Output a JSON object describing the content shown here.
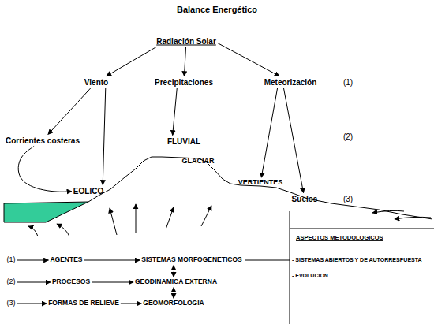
{
  "diagram": {
    "title": "Balance Energético",
    "nodes": [
      {
        "text": [
          "Radiación Solar"
        ]
      },
      {
        "text": [
          "Viento"
        ]
      },
      {
        "text": [
          "Precipitaciones"
        ]
      },
      {
        "text": [
          "Meteorización"
        ]
      },
      {
        "text": [
          "Corrientes costeras"
        ]
      },
      {
        "text": [
          "FLUVIAL"
        ]
      },
      {
        "text": [
          "EOLICO"
        ]
      },
      {
        "text": [
          "VERTIENTES"
        ]
      },
      {
        "text": [
          "Suelos"
        ]
      },
      {
        "text": [
          "(1)"
        ]
      },
      {
        "text": [
          "AGENTES"
        ]
      },
      {
        "text": [
          "SISTEMAS MORFOGENETICOS"
        ]
      },
      {
        "text": [
          "(2)"
        ]
      },
      {
        "text": [
          "PROCESOS"
        ]
      },
      {
        "text": [
          "GEODINAMICA EXTERNA"
        ]
      },
      {
        "text": [
          "(3)"
        ]
      },
      {
        "text": [
          "FORMAS DE RELIEVE"
        ]
      },
      {
        "text": [
          "GEOMORFOLOGIA"
        ]
      }
    ],
    "edges": [
      {
        "from": 0,
        "to": 1,
        "arrow": "to"
      },
      {
        "from": 0,
        "to": 2,
        "arrow": "to"
      },
      {
        "from": 0,
        "to": 3,
        "arrow": "to"
      },
      {
        "from": 1,
        "to": 4,
        "arrow": "to"
      },
      {
        "from": 1,
        "to": 6,
        "arrow": "to"
      },
      {
        "from": 2,
        "to": 5,
        "arrow": "to"
      },
      {
        "from": 3,
        "to": 7,
        "arrow": "to"
      },
      {
        "from": 3,
        "to": 8,
        "arrow": "to"
      },
      {
        "from": 4,
        "to": 6,
        "arrow": "to"
      },
      {
        "from": 9,
        "to": 10,
        "arrow": "to"
      },
      {
        "from": 10,
        "to": 11,
        "arrow": "to"
      },
      {
        "from": 12,
        "to": 13,
        "arrow": "to"
      },
      {
        "from": 13,
        "to": 14,
        "arrow": "to"
      },
      {
        "from": 15,
        "to": 16,
        "arrow": "to"
      },
      {
        "from": 16,
        "to": 17,
        "arrow": "to"
      },
      {
        "from": 11,
        "to": 14,
        "arrow": "both"
      },
      {
        "from": 14,
        "to": 17,
        "arrow": "both"
      }
    ],
    "labels": [
      "(1)",
      "(2)",
      "(3)",
      "GLACIAR",
      "ASPECTOS METODOLOGICOS",
      "- SISTEMAS ABIERTOS Y DE AUTORRESPUESTA",
      "- EVOLUCION"
    ]
  }
}
